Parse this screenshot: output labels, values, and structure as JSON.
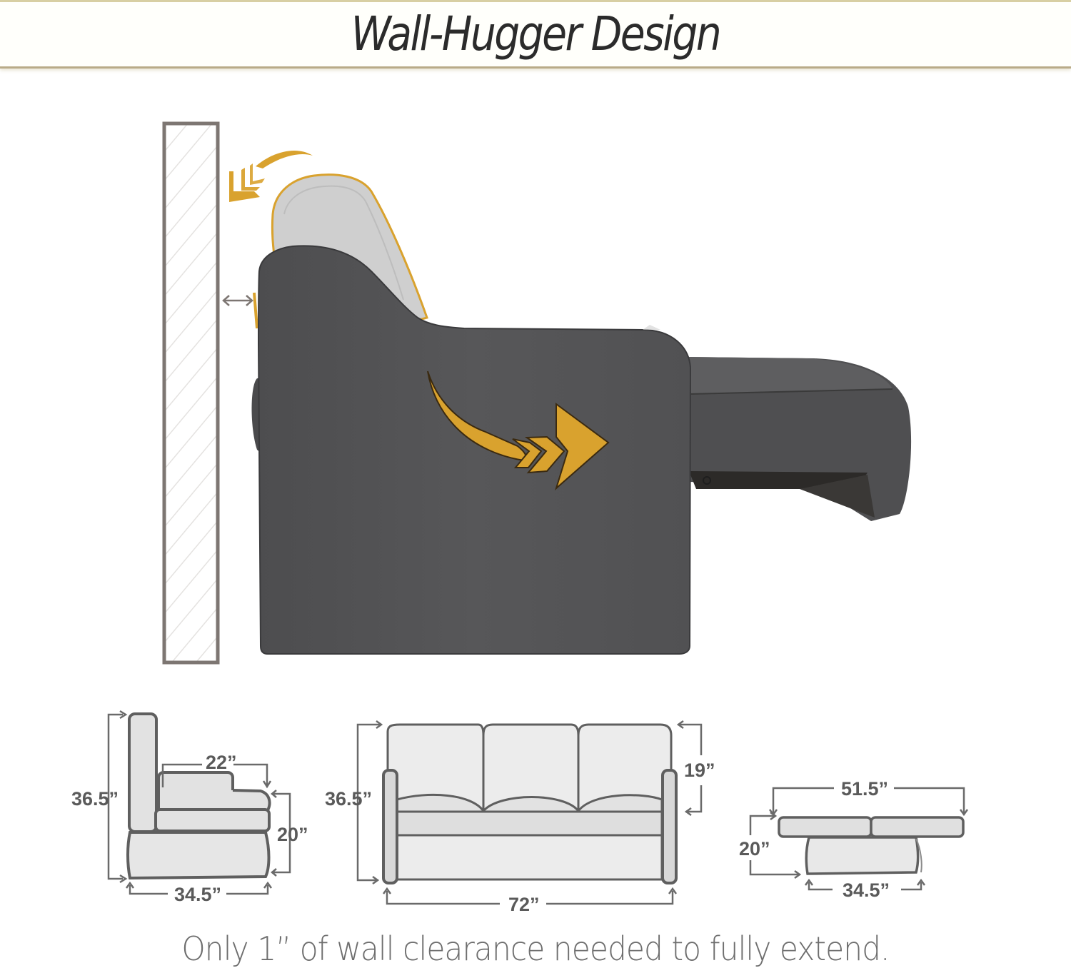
{
  "header": {
    "title": "Wall-Hugger Design"
  },
  "main_illustration": {
    "wall": "wall",
    "clearance_arrow": "double-arrow-horizontal",
    "recline_arrow": "curved-chevron-arrow-left",
    "extend_arrow": "curved-chevron-arrow-right",
    "colors": {
      "accent_gold": "#d9a22e",
      "sofa_gray": "#555557",
      "wall_border": "#7d7672",
      "backrest_light": "#cfcfcf"
    }
  },
  "dimensions": {
    "side_view": {
      "height": "36.5”",
      "seat_depth": "22”",
      "seat_height": "20”",
      "depth": "34.5”"
    },
    "front_view": {
      "height": "36.5”",
      "back_height": "19”",
      "width": "72”"
    },
    "extended_view": {
      "length": "51.5”",
      "height": "20”",
      "base_depth": "34.5”"
    }
  },
  "caption": "Only 1” of wall clearance needed to fully extend."
}
